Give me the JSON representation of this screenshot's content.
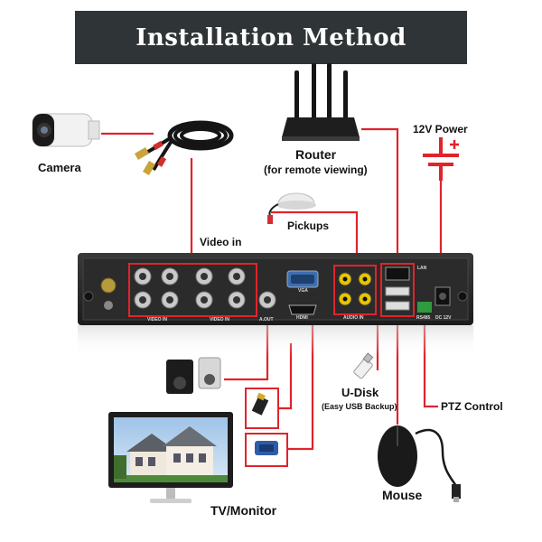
{
  "title": "Installation Method",
  "labels": {
    "camera": "Camera",
    "router": "Router",
    "router_sub": "(for remote viewing)",
    "power": "12V Power",
    "pickups": "Pickups",
    "video_in": "Video in",
    "udisk": "U-Disk",
    "udisk_sub": "(Easy USB Backup)",
    "ptz": "PTZ Control",
    "mouse": "Mouse",
    "monitor": "TV/Monitor"
  },
  "panel_text": {
    "video_in_left": "VIDEO IN",
    "video_in_right": "VIDEO IN",
    "audio_out": "A.OUT",
    "vga": "VGA",
    "hdmi": "HDMI",
    "audio_in": "AUDIO IN",
    "lan": "LAN",
    "dc": "DC 12V",
    "rs485": "RS485"
  },
  "colors": {
    "connector_line": "#e0242b",
    "title_bg": "#2f3436",
    "dvr_body": "#2b2b2b"
  }
}
